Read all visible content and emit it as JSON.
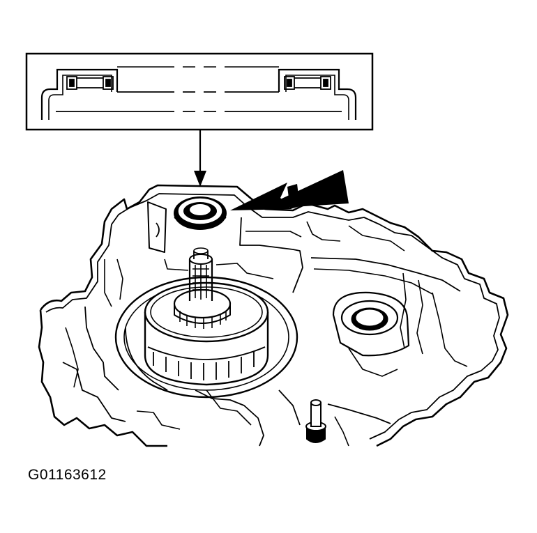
{
  "figure": {
    "code": "G01163612"
  },
  "colors": {
    "ink": "#000000",
    "paper": "#ffffff"
  },
  "parts": {
    "inset": "bearing-cross-section-detail",
    "target": "oil-seal-bearing",
    "assembly": "transaxle-case-with-differential"
  }
}
